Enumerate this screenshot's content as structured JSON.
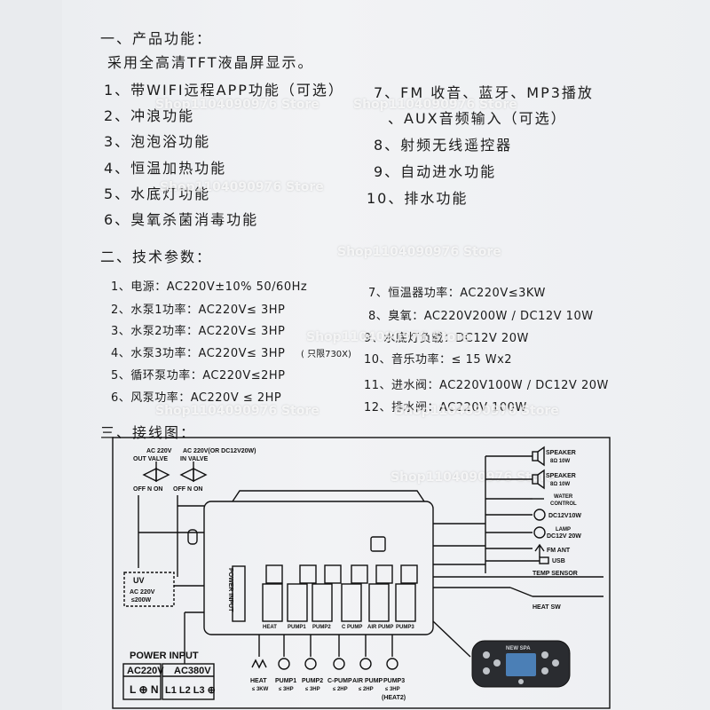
{
  "section1": {
    "title": "一、产品功能：",
    "intro": "采用全高清TFT液晶屏显示。",
    "left_items": [
      "1、带WIFI远程APP功能（可选）",
      "2、冲浪功能",
      "3、泡泡浴功能",
      "4、恒温加热功能",
      "5、水底灯功能",
      "6、臭氧杀菌消毒功能"
    ],
    "right_items": [
      "7、FM 收音、蓝牙、MP3播放",
      "、AUX音频输入（可选）",
      "8、射频无线遥控器",
      "9、自动进水功能",
      "10、排水功能"
    ]
  },
  "section2": {
    "title": "二、技术参数：",
    "left_items": [
      "1、电源：AC220V±10%  50/60Hz",
      "2、水泵1功率：AC220V≤ 3HP",
      "3、水泵2功率：AC220V≤ 3HP",
      "4、水泵3功率：AC220V≤ 3HP",
      "5、循环泵功率：AC220V≤2HP",
      "6、风泵功率：AC220V ≤ 2HP"
    ],
    "left_note": "( 只限730X)",
    "right_items": [
      "7、恒温器功率：AC220V≤3KW",
      "8、臭氧：AC220V200W / DC12V 10W",
      "9、水底灯负载：DC12V  20W",
      "10、音乐功率：≤  15 Wx2",
      "11、进水阀：AC220V100W / DC12V 20W",
      "12、排水阀：AC220V 100W"
    ]
  },
  "section3": {
    "title": "三、接线图："
  },
  "watermark": "Shop1104090976 Store",
  "diagram": {
    "valve_head": "AC 220V",
    "valve_head2": "AC  220V(OR DC12V20W)",
    "out_valve": "OUT VALVE",
    "in_valve": "IN VALVE",
    "off_n_on": "OFF N ON",
    "uv": "UV",
    "uv_spec1": "AC 220V",
    "uv_spec2": "≤200W",
    "power_input_side": "POWER INPUT",
    "power_input": "POWER INPUT",
    "ac220v": "AC220V",
    "ac380v": "AC380V",
    "ln": "L ⊕ N",
    "l123": "L1 L2 L3 ⊕",
    "speaker": "SPEAKER",
    "speaker_spec": "8Ω 10W",
    "water_control1": "WATER",
    "water_control2": "CONTROL",
    "dc12v10w": "DC12V10W",
    "lamp": "LAMP",
    "lamp_spec": "DC12V 20W",
    "fm_ant": "FM ANT",
    "usb": "USB",
    "temp_sensor": "TEMP SENSOR",
    "heat_sw": "HEAT SW",
    "panel_label": "NEW SPA",
    "relays": [
      "HEAT",
      "PUMP1",
      "PUMP2",
      "C PUMP",
      "AIR PUMP",
      "PUMP3"
    ],
    "loads": [
      {
        "name": "HEAT",
        "spec": "≤ 3KW",
        "extra": ""
      },
      {
        "name": "PUMP1",
        "spec": "≤ 3HP",
        "extra": ""
      },
      {
        "name": "PUMP2",
        "spec": "≤ 3HP",
        "extra": ""
      },
      {
        "name": "C-PUMP",
        "spec": "≤ 2HP",
        "extra": ""
      },
      {
        "name": "AIR PUMP",
        "spec": "≤ 2HP",
        "extra": ""
      },
      {
        "name": "PUMP3",
        "spec": "≤ 3HP",
        "extra": "(HEAT2)"
      }
    ]
  }
}
